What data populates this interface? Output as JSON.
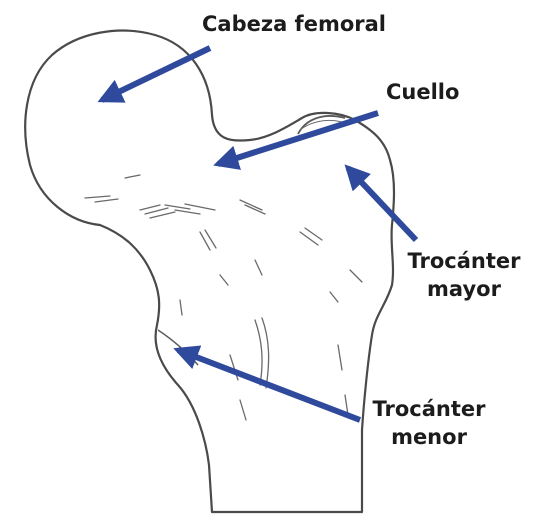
{
  "colors": {
    "arrow": "#2f4a9c",
    "outline": "#4a4a4a",
    "shading": "#6a6a6a",
    "background": "#ffffff"
  },
  "labels": {
    "head": "Cabeza femoral",
    "neck": "Cuello",
    "greater_trochanter_line1": "Trocánter",
    "greater_trochanter_line2": "mayor",
    "lesser_trochanter_line1": "Trocánter",
    "lesser_trochanter_line2": "menor"
  }
}
